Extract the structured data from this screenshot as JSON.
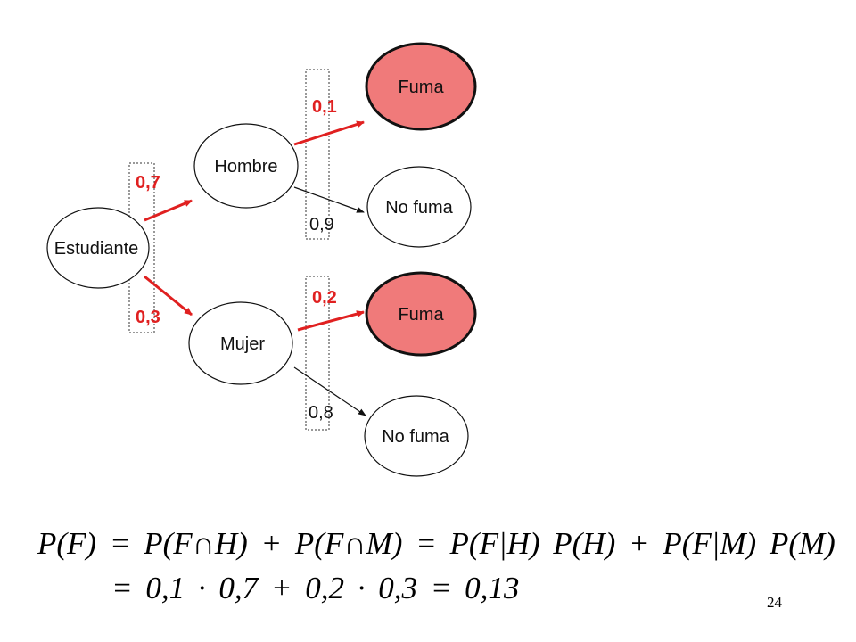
{
  "colors": {
    "highlight": "#e02020",
    "fill_highlight": "#f07a7a",
    "plain_arrow": "#111111"
  },
  "nodes": {
    "root": "Estudiante",
    "male": "Hombre",
    "female": "Mujer",
    "male_smokes": "Fuma",
    "male_no_smoke": "No fuma",
    "female_smokes": "Fuma",
    "female_no_smoke": "No fuma"
  },
  "probabilities": {
    "male": "0,7",
    "female": "0,3",
    "male_smokes": "0,1",
    "male_no_smoke": "0,9",
    "female_smokes": "0,2",
    "female_no_smoke": "0,8"
  },
  "formula": {
    "line1": "P(F) = P(F∩H) + P(F∩M) = P(F|H) P(H) + P(F|M) P(M)",
    "line2": "= 0,1 · 0,7 + 0,2 · 0,3 = 0,13"
  },
  "slide_number": "24"
}
